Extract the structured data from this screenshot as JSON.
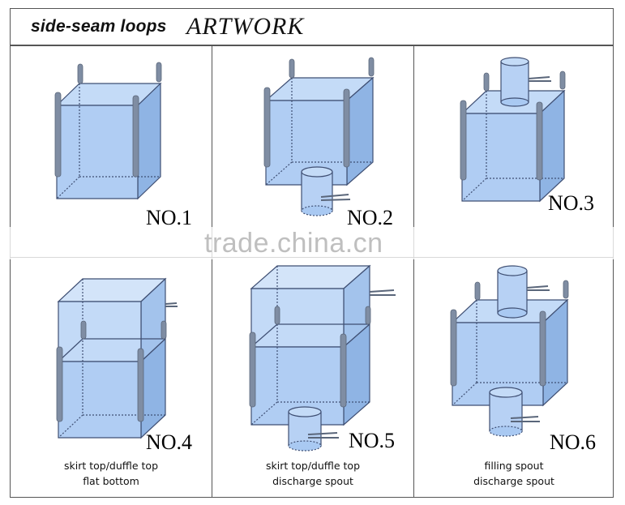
{
  "header": {
    "subtitle": "side-seam loops",
    "title": "ARTWORK"
  },
  "watermark": "trade.china.cn",
  "colors": {
    "bag_face": "#a9c9f2",
    "bag_side": "#8fb4e4",
    "bag_top": "#c4dbf7",
    "bag_edge": "#3f4f73",
    "loop": "#7f8da3"
  },
  "cells": [
    {
      "number": "NO.1",
      "caption_line1": "",
      "caption_line2": ""
    },
    {
      "number": "NO.2",
      "caption_line1": "",
      "caption_line2": ""
    },
    {
      "number": "NO.3",
      "caption_line1": "",
      "caption_line2": ""
    },
    {
      "number": "NO.4",
      "caption_line1": "skirt top/duffle top",
      "caption_line2": "flat bottom"
    },
    {
      "number": "NO.5",
      "caption_line1": "skirt top/duffle top",
      "caption_line2": "discharge spout"
    },
    {
      "number": "NO.6",
      "caption_line1": "filling spout",
      "caption_line2": "discharge spout"
    }
  ]
}
